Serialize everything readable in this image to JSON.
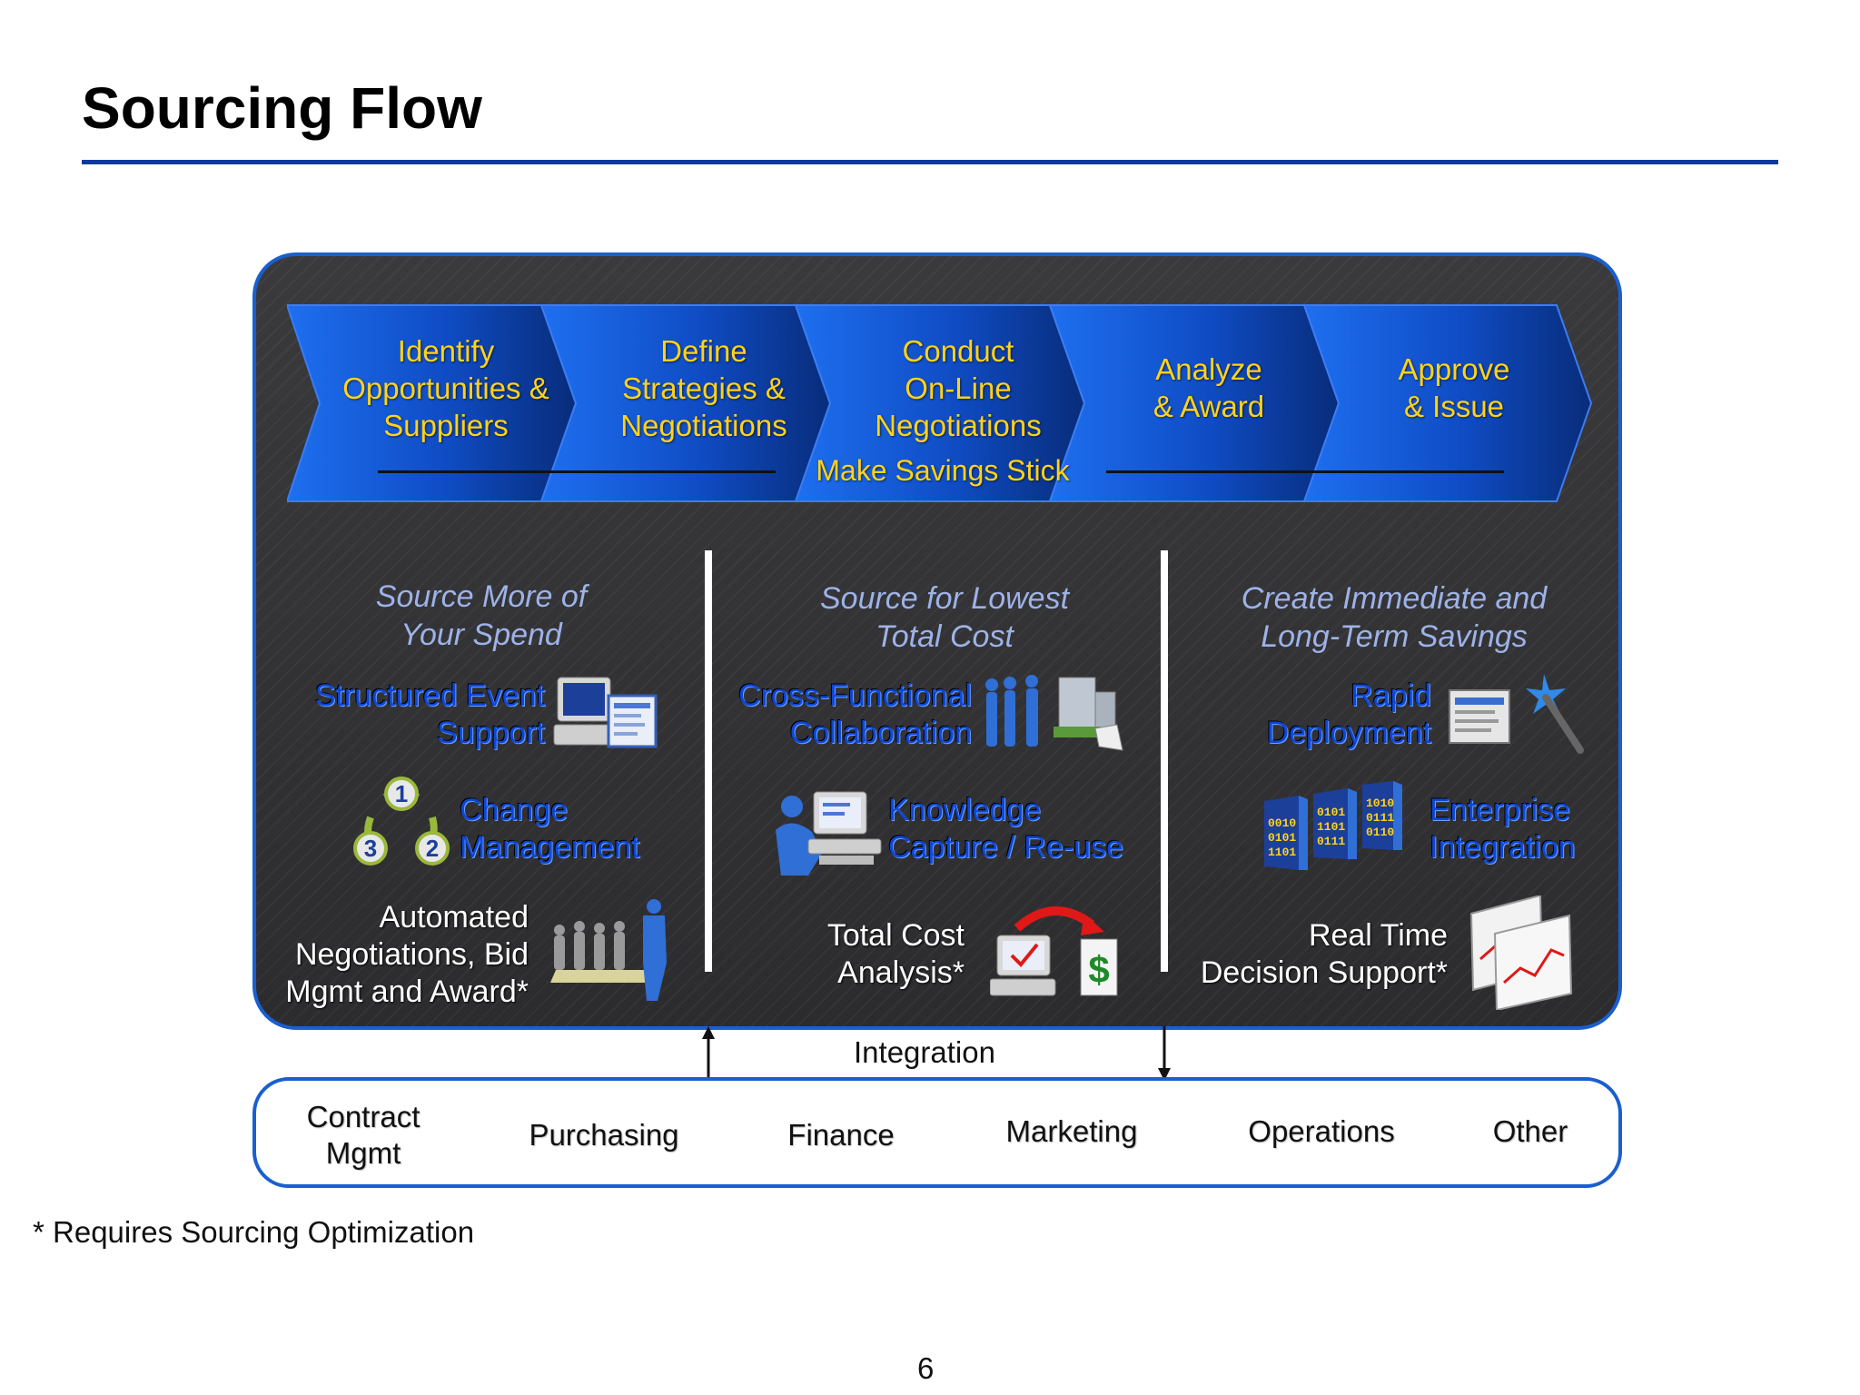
{
  "title": "Sourcing Flow",
  "steps": [
    {
      "lines": [
        "Identify",
        "Opportunities &",
        "Suppliers"
      ]
    },
    {
      "lines": [
        "Define",
        "Strategies &",
        "Negotiations"
      ]
    },
    {
      "lines": [
        "Conduct",
        "On-Line",
        "Negotiations"
      ]
    },
    {
      "lines": [
        "Analyze",
        "& Award"
      ]
    },
    {
      "lines": [
        "Approve",
        "& Issue"
      ]
    }
  ],
  "savings_label": "Make Savings Stick",
  "columns": [
    {
      "heading": [
        "Source More of",
        "Your Spend"
      ],
      "features": [
        {
          "lines": [
            "Structured Event",
            "Support"
          ]
        },
        {
          "lines": [
            "Change",
            "Management"
          ]
        },
        {
          "lines": [
            "Automated",
            "Negotiations, Bid",
            "Mgmt and Award*"
          ]
        }
      ]
    },
    {
      "heading": [
        "Source for Lowest",
        "Total Cost"
      ],
      "features": [
        {
          "lines": [
            "Cross-Functional",
            "Collaboration"
          ]
        },
        {
          "lines": [
            "Knowledge",
            "Capture / Re-use"
          ]
        },
        {
          "lines": [
            "Total Cost",
            "Analysis*"
          ]
        }
      ]
    },
    {
      "heading": [
        "Create Immediate and",
        "Long-Term Savings"
      ],
      "features": [
        {
          "lines": [
            "Rapid",
            "Deployment"
          ]
        },
        {
          "lines": [
            "Enterprise",
            "Integration"
          ]
        },
        {
          "lines": [
            "Real Time",
            "Decision Support*"
          ]
        }
      ]
    }
  ],
  "cycle_numbers": [
    "1",
    "2",
    "3"
  ],
  "binary_text": [
    "0010",
    "0101",
    "1101",
    "0101",
    "1101",
    "0111",
    "1010",
    "0111",
    "0110"
  ],
  "integration_label": "Integration",
  "departments": [
    {
      "lines": [
        "Contract",
        "Mgmt"
      ]
    },
    {
      "lines": [
        "Purchasing"
      ]
    },
    {
      "lines": [
        "Finance"
      ]
    },
    {
      "lines": [
        "Marketing"
      ]
    },
    {
      "lines": [
        "Operations"
      ]
    },
    {
      "lines": [
        "Other"
      ]
    }
  ],
  "footnote": "* Requires Sourcing Optimization",
  "page_number": "6",
  "colors": {
    "accent_blue": "#1a5fd0",
    "step_text": "#ffd21a",
    "feature_text": "#0d47d9",
    "panel_bg": "#2f2f31"
  }
}
